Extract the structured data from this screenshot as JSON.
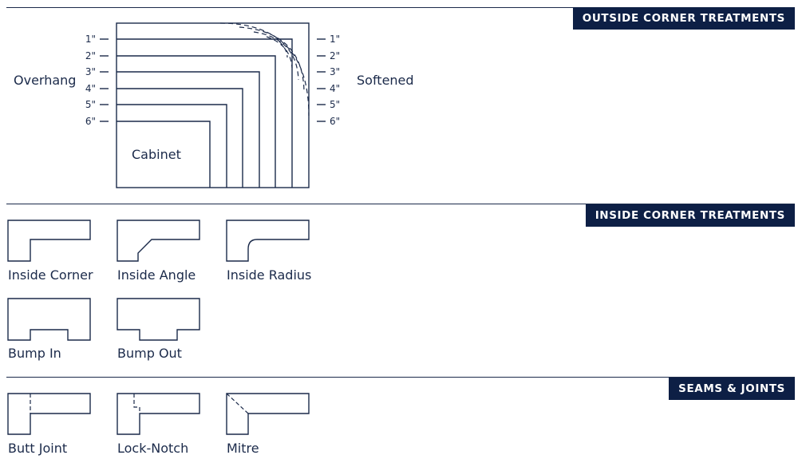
{
  "sections": {
    "outside": {
      "title": "OUTSIDE CORNER TREATMENTS"
    },
    "inside": {
      "title": "INSIDE CORNER TREATMENTS"
    },
    "seams": {
      "title": "SEAMS & JOINTS"
    }
  },
  "outside_diagram": {
    "overhang_label": "Overhang",
    "softened_label": "Softened",
    "cabinet_label": "Cabinet",
    "left_ticks": [
      "1\"",
      "2\"",
      "3\"",
      "4\"",
      "5\"",
      "6\""
    ],
    "right_ticks": [
      "1\"",
      "2\"",
      "3\"",
      "4\"",
      "5\"",
      "6\""
    ]
  },
  "inside_shapes": {
    "inside_corner": "Inside Corner",
    "inside_angle": "Inside Angle",
    "inside_radius": "Inside Radius",
    "bump_in": "Bump In",
    "bump_out": "Bump Out"
  },
  "seam_shapes": {
    "butt_joint": "Butt Joint",
    "lock_notch": "Lock-Notch",
    "mitre": "Mitre"
  },
  "colors": {
    "navy": "#0d1f45",
    "line": "#1b2a4a"
  }
}
